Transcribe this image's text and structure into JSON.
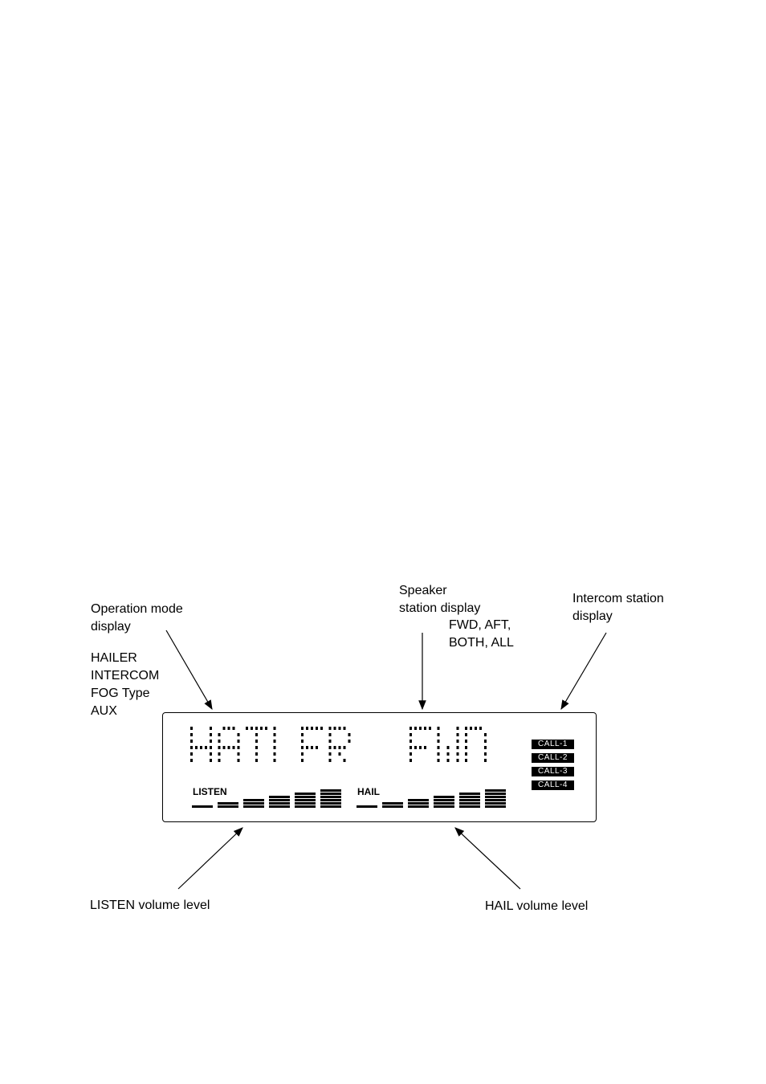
{
  "labels": {
    "operation_mode": [
      "Operation mode",
      "display"
    ],
    "operation_modes": [
      "HAILER",
      "INTERCOM",
      "FOG Type",
      "AUX"
    ],
    "speaker_station": [
      "Speaker",
      "station display"
    ],
    "speaker_options": [
      "FWD, AFT,",
      "BOTH, ALL"
    ],
    "intercom_station": [
      "Intercom station",
      "display"
    ],
    "listen_volume": "LISTEN volume level",
    "hail_volume": "HAIL volume level"
  },
  "lcd": {
    "mode_text": "HAILER",
    "station_text": "FWD",
    "calls": [
      "CALL-1",
      "CALL-2",
      "CALL-3",
      "CALL-4"
    ],
    "listen_label": "LISTEN",
    "hail_label": "HAIL",
    "listen_level": 6,
    "hail_level": 6,
    "max_level": 6
  }
}
